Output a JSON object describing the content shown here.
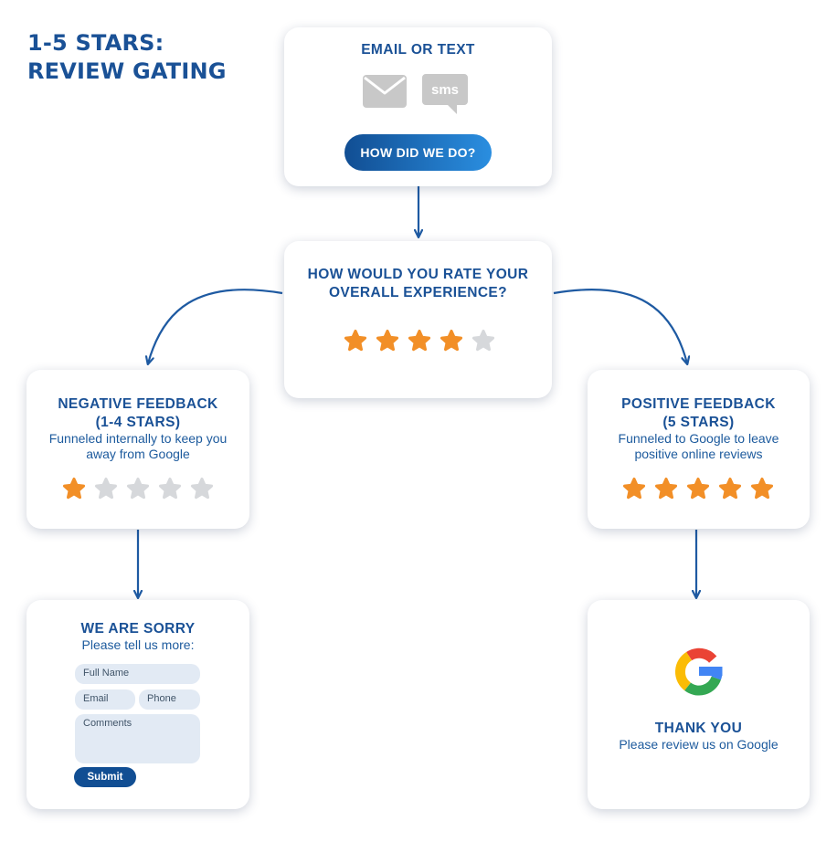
{
  "title": {
    "line1": "1-5 STARS:",
    "line2": "REVIEW GATING"
  },
  "start": {
    "heading": "EMAIL OR TEXT",
    "icons": [
      "envelope-icon",
      "sms-bubble-icon"
    ],
    "sms_label": "sms",
    "button": "HOW DID WE DO?"
  },
  "rate": {
    "heading_line1": "HOW WOULD YOU RATE YOUR",
    "heading_line2": "OVERALL EXPERIENCE?",
    "stars_filled": 4,
    "stars_total": 5
  },
  "negative": {
    "heading_line1": "NEGATIVE FEEDBACK",
    "heading_line2": "(1-4 STARS)",
    "desc_line1": "Funneled internally to keep you",
    "desc_line2": "away from Google",
    "stars_filled": 1,
    "stars_total": 5
  },
  "positive": {
    "heading_line1": "POSITIVE FEEDBACK",
    "heading_line2": "(5 STARS)",
    "desc_line1": "Funneled to Google to leave",
    "desc_line2": "positive online reviews",
    "stars_filled": 5,
    "stars_total": 5
  },
  "sorry": {
    "heading": "WE ARE SORRY",
    "subtitle": "Please tell us more:",
    "fields": {
      "full_name": "Full Name",
      "email": "Email",
      "phone": "Phone",
      "comments": "Comments"
    },
    "submit": "Submit"
  },
  "thanks": {
    "icon": "google-g-logo",
    "heading": "THANK YOU",
    "subtitle": "Please review us on Google"
  },
  "colors": {
    "brand_blue": "#1a5196",
    "arrow_blue": "#1e5aa2",
    "star_on": "#f28f27",
    "star_off": "#d6d8db",
    "field_bg": "#e2eaf4",
    "icon_gray": "#c8c8c8",
    "google_blue": "#4285f4",
    "google_red": "#ea4335",
    "google_yellow": "#fbbc05",
    "google_green": "#34a853"
  }
}
